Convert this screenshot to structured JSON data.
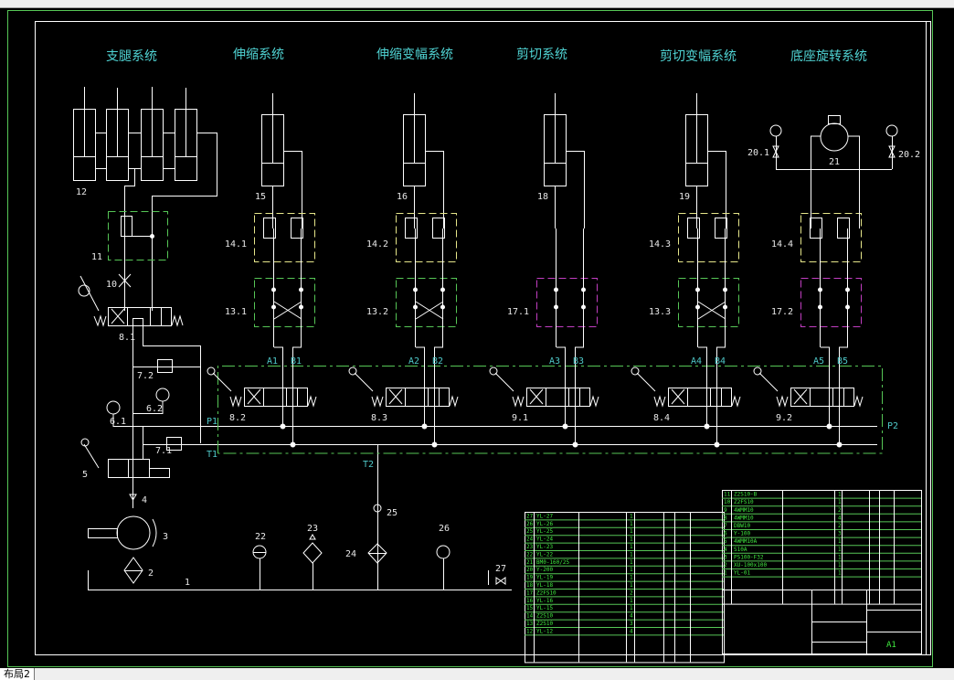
{
  "window": {
    "sheet_tab": "布局2"
  },
  "titles": {
    "outrigger": "支腿系统",
    "telescopic": "伸缩系统",
    "telescopic_luffing": "伸缩变幅系统",
    "shearing": "剪切系统",
    "shear_luffing": "剪切变幅系统",
    "base_rotation": "底座旋转系统"
  },
  "labels": {
    "c12": "12",
    "c15": "15",
    "c16": "16",
    "c18": "18",
    "c19": "19",
    "v11": "11",
    "v10": "10",
    "v8_1": "8.1",
    "v7_2": "7.2",
    "v6_2": "6.2",
    "v6_1": "6.1",
    "v7_1": "7.1",
    "v5": "5",
    "v4": "4",
    "v3": "3",
    "v2": "2",
    "v1": "1",
    "v14_1": "14.1",
    "v14_2": "14.2",
    "v14_3": "14.3",
    "v14_4": "14.4",
    "v13_1": "13.1",
    "v13_2": "13.2",
    "v13_3": "13.3",
    "v17_1": "17.1",
    "v17_2": "17.2",
    "v8_2": "8.2",
    "v8_3": "8.3",
    "v9_1": "9.1",
    "v8_4": "8.4",
    "v9_2": "9.2",
    "g20_1": "20.1",
    "g20_2": "20.2",
    "m21": "21",
    "e22": "22",
    "e23": "23",
    "e24": "24",
    "e25": "25",
    "e26": "26",
    "e27": "27"
  },
  "ports": {
    "a1": "A1",
    "b1": "B1",
    "a2": "A2",
    "b2": "B2",
    "a3": "A3",
    "b3": "B3",
    "a4": "A4",
    "b4": "B4",
    "a5": "A5",
    "b5": "B5",
    "p1": "P1",
    "t1": "T1",
    "p2": "P2",
    "t2": "T2"
  },
  "parts_table_left": {
    "rows": [
      {
        "no": "27",
        "code": "YL-27",
        "qty": "1"
      },
      {
        "no": "26",
        "code": "YL-26",
        "qty": "1"
      },
      {
        "no": "25",
        "code": "YL-25",
        "qty": "1"
      },
      {
        "no": "24",
        "code": "YL-24",
        "qty": "1"
      },
      {
        "no": "23",
        "code": "YL-23",
        "qty": "1"
      },
      {
        "no": "22",
        "code": "YL-22",
        "qty": "1"
      },
      {
        "no": "21",
        "code": "BM0-160/25",
        "qty": "1"
      },
      {
        "no": "20",
        "code": "Y-200",
        "qty": "1"
      },
      {
        "no": "19",
        "code": "YL-19",
        "qty": "1"
      },
      {
        "no": "18",
        "code": "YL-18",
        "qty": "1"
      },
      {
        "no": "17",
        "code": "Z2FS10",
        "qty": "2"
      },
      {
        "no": "16",
        "code": "YL-16",
        "qty": "1"
      },
      {
        "no": "15",
        "code": "YL-15",
        "qty": "1"
      },
      {
        "no": "14",
        "code": "Z2S10",
        "qty": "4"
      },
      {
        "no": "13",
        "code": "Z2S10",
        "qty": "3"
      },
      {
        "no": "12",
        "code": "YL-12",
        "qty": "4"
      }
    ]
  },
  "parts_table_right": {
    "rows": [
      {
        "no": "11",
        "code": "Z2S10-B",
        "qty": "1"
      },
      {
        "no": "10",
        "code": "Z2FS10",
        "qty": "1"
      },
      {
        "no": "9",
        "code": "4WMM10",
        "qty": "2"
      },
      {
        "no": "8",
        "code": "4WMM10",
        "qty": "4"
      },
      {
        "no": "7",
        "code": "DBW10",
        "qty": "2"
      },
      {
        "no": "6",
        "code": "Y-100",
        "qty": "3"
      },
      {
        "no": "5",
        "code": "4WMM10A",
        "qty": "1"
      },
      {
        "no": "4",
        "code": "S10A",
        "qty": "1"
      },
      {
        "no": "3",
        "code": "PS100-F32",
        "qty": "1"
      },
      {
        "no": "2",
        "code": "XU-100x100",
        "qty": "1"
      },
      {
        "no": "1",
        "code": "YL-01",
        "qty": "1"
      }
    ]
  },
  "title_block": {
    "sheet_size": "A1"
  }
}
